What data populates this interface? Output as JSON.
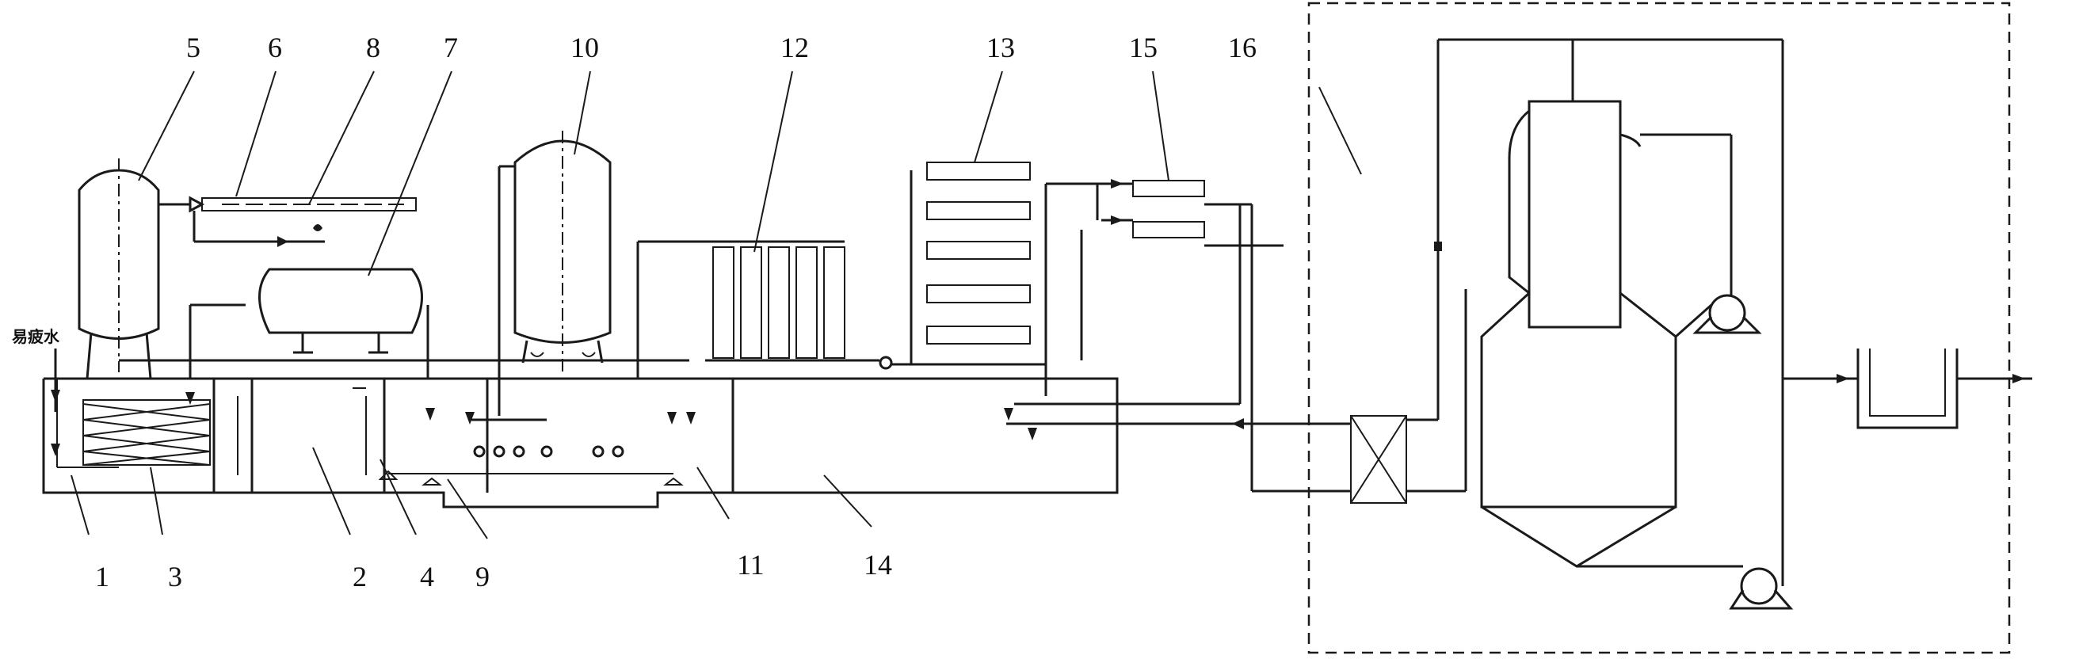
{
  "inflow_label": "易疲水",
  "labels": [
    {
      "key": "1",
      "text": "1"
    },
    {
      "key": "2",
      "text": "2"
    },
    {
      "key": "3",
      "text": "3"
    },
    {
      "key": "4",
      "text": "4"
    },
    {
      "key": "5",
      "text": "5"
    },
    {
      "key": "6",
      "text": "6"
    },
    {
      "key": "7",
      "text": "7"
    },
    {
      "key": "8",
      "text": "8"
    },
    {
      "key": "9",
      "text": "9"
    },
    {
      "key": "10",
      "text": "10"
    },
    {
      "key": "11",
      "text": "11"
    },
    {
      "key": "12",
      "text": "12"
    },
    {
      "key": "13",
      "text": "13"
    },
    {
      "key": "14",
      "text": "14"
    },
    {
      "key": "15",
      "text": "15"
    },
    {
      "key": "16",
      "text": "16"
    }
  ],
  "colors": {
    "line": "#1a1a1a",
    "background": "#ffffff"
  }
}
